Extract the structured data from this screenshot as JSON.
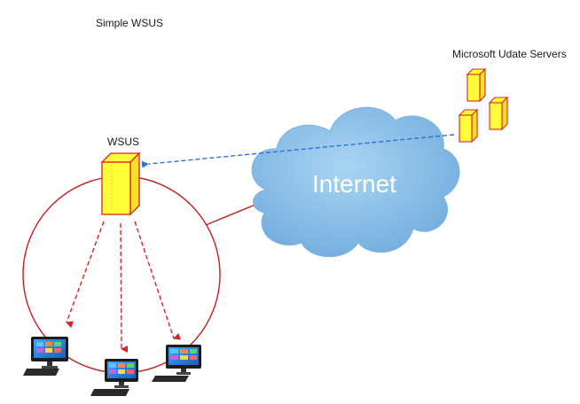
{
  "title": "Simple WSUS",
  "labels": {
    "wsus": "WSUS",
    "internet": "Internet",
    "microsoft_servers": "Microsoft Udate Servers"
  },
  "icons": {
    "server": "server-icon",
    "cloud": "cloud-icon",
    "computer": "desktop-computer-icon"
  },
  "colors": {
    "cloud_fill": "#8ec3ea",
    "server_fill": "#ffff3a",
    "server_edge": "#e02020",
    "circle": "#c81e1e",
    "sync_arrow": "#2f6fd8",
    "client_arrow": "#e02020"
  }
}
